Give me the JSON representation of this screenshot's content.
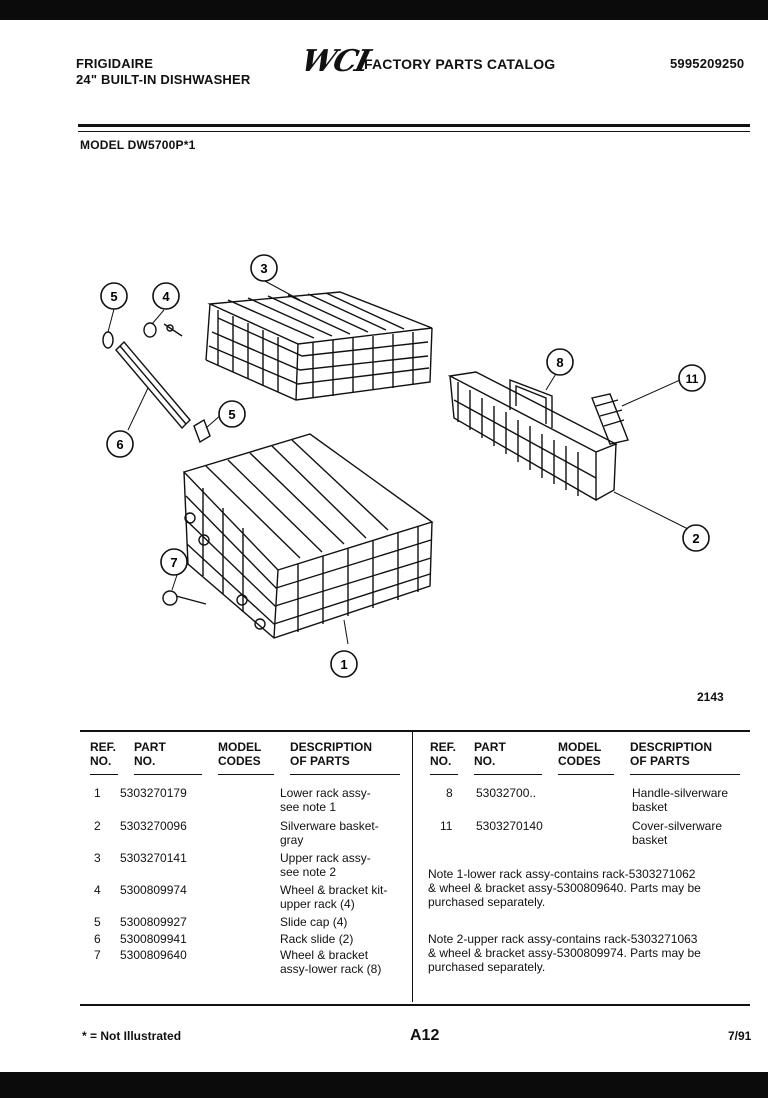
{
  "header": {
    "brand": "FRIGIDAIRE",
    "product": "24\" BUILT-IN DISHWASHER",
    "logo_text": "WCI",
    "catalog_title": "FACTORY PARTS CATALOG",
    "catalog_number": "5995209250",
    "model": "MODEL DW5700P*1"
  },
  "diagram": {
    "callouts": [
      "1",
      "2",
      "3",
      "4",
      "5",
      "5",
      "6",
      "7",
      "8",
      "11"
    ],
    "figure_number": "2143"
  },
  "table": {
    "headers": {
      "ref": "REF.\nNO.",
      "part": "PART\nNO.",
      "codes": "MODEL\nCODES",
      "desc": "DESCRIPTION\nOF PARTS"
    },
    "left_rows": [
      {
        "ref": "1",
        "part": "5303270179",
        "desc": "Lower rack assy-\nsee note 1"
      },
      {
        "ref": "2",
        "part": "5303270096",
        "desc": "Silverware basket-\ngray"
      },
      {
        "ref": "3",
        "part": "5303270141",
        "desc": "Upper rack assy-\nsee note 2"
      },
      {
        "ref": "4",
        "part": "5300809974",
        "desc": "Wheel & bracket kit-\nupper rack (4)"
      },
      {
        "ref": "5",
        "part": "5300809927",
        "desc": "Slide cap (4)"
      },
      {
        "ref": "6",
        "part": "5300809941",
        "desc": "Rack slide (2)"
      },
      {
        "ref": "7",
        "part": "5300809640",
        "desc": "Wheel & bracket\nassy-lower rack (8)"
      }
    ],
    "right_rows": [
      {
        "ref": "8",
        "part": "53032700..",
        "desc": "Handle-silverware\nbasket"
      },
      {
        "ref": "11",
        "part": "5303270140",
        "desc": "Cover-silverware\nbasket"
      }
    ],
    "notes": [
      "Note 1-lower rack assy-contains rack-5303271062\n& wheel & bracket assy-5300809640. Parts may be\npurchased separately.",
      "Note 2-upper rack assy-contains rack-5303271063\n& wheel & bracket assy-5300809974. Parts may be\npurchased separately."
    ]
  },
  "footer": {
    "not_illustrated": "* = Not Illustrated",
    "page": "A12",
    "date": "7/91"
  }
}
